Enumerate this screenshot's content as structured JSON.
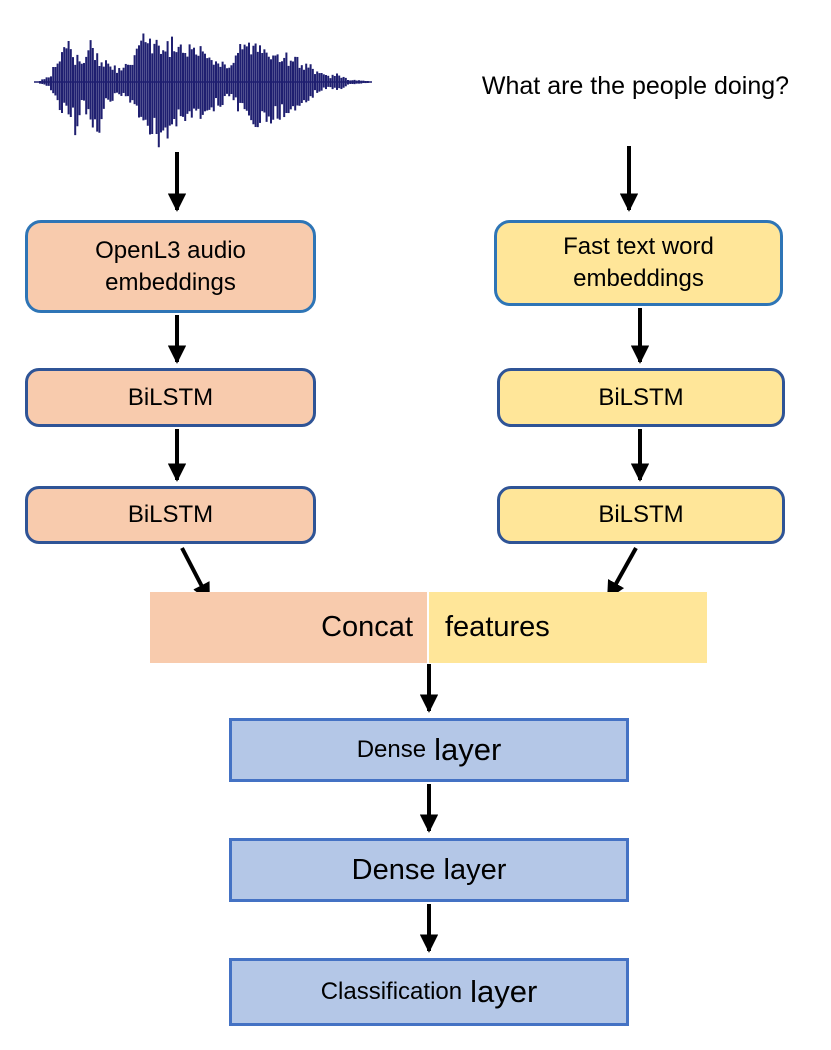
{
  "diagram": {
    "question": "What are the people doing?",
    "audio_branch": {
      "embedding_label": "OpenL3 audio embeddings",
      "bilstm1_label": "BiLSTM",
      "bilstm2_label": "BiLSTM"
    },
    "text_branch": {
      "embedding_label": "Fast text word embeddings",
      "bilstm1_label": "BiLSTM",
      "bilstm2_label": "BiLSTM"
    },
    "concat": {
      "left_label": "Concat",
      "right_label": "features"
    },
    "dense1": {
      "word1": "Dense",
      "word2": "layer"
    },
    "dense2_label": "Dense layer",
    "classification": {
      "word1": "Classification",
      "word2": "layer"
    },
    "icons": {
      "waveform": "audio-waveform-icon"
    },
    "colors": {
      "audio_fill": "#F8CBAD",
      "text_fill": "#FFE699",
      "dense_fill": "#B4C7E7",
      "embed_border": "#2E75B6",
      "lstm_border": "#2F5496",
      "dense_border": "#4472C4",
      "arrow": "#000000",
      "waveform": "#1F1F70"
    }
  }
}
